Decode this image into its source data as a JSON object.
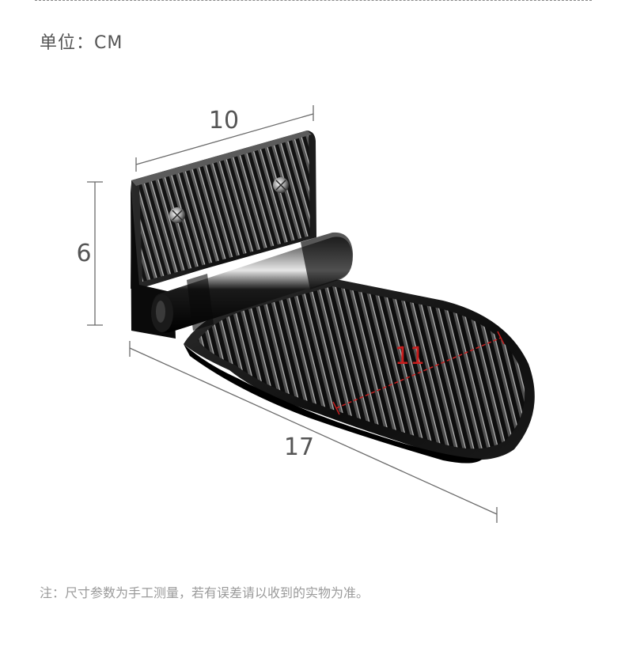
{
  "unit_label": "单位：CM",
  "dimensions": {
    "width_top": "10",
    "height": "6",
    "length": "17",
    "pedal_depth": "11"
  },
  "footnote": "注：尺寸参数为手工测量，若有误差请以收到的实物为准。",
  "colors": {
    "product": "#111111",
    "dimension_line": "#6b6b6b",
    "highlight_dimension": "#c81e1e"
  }
}
